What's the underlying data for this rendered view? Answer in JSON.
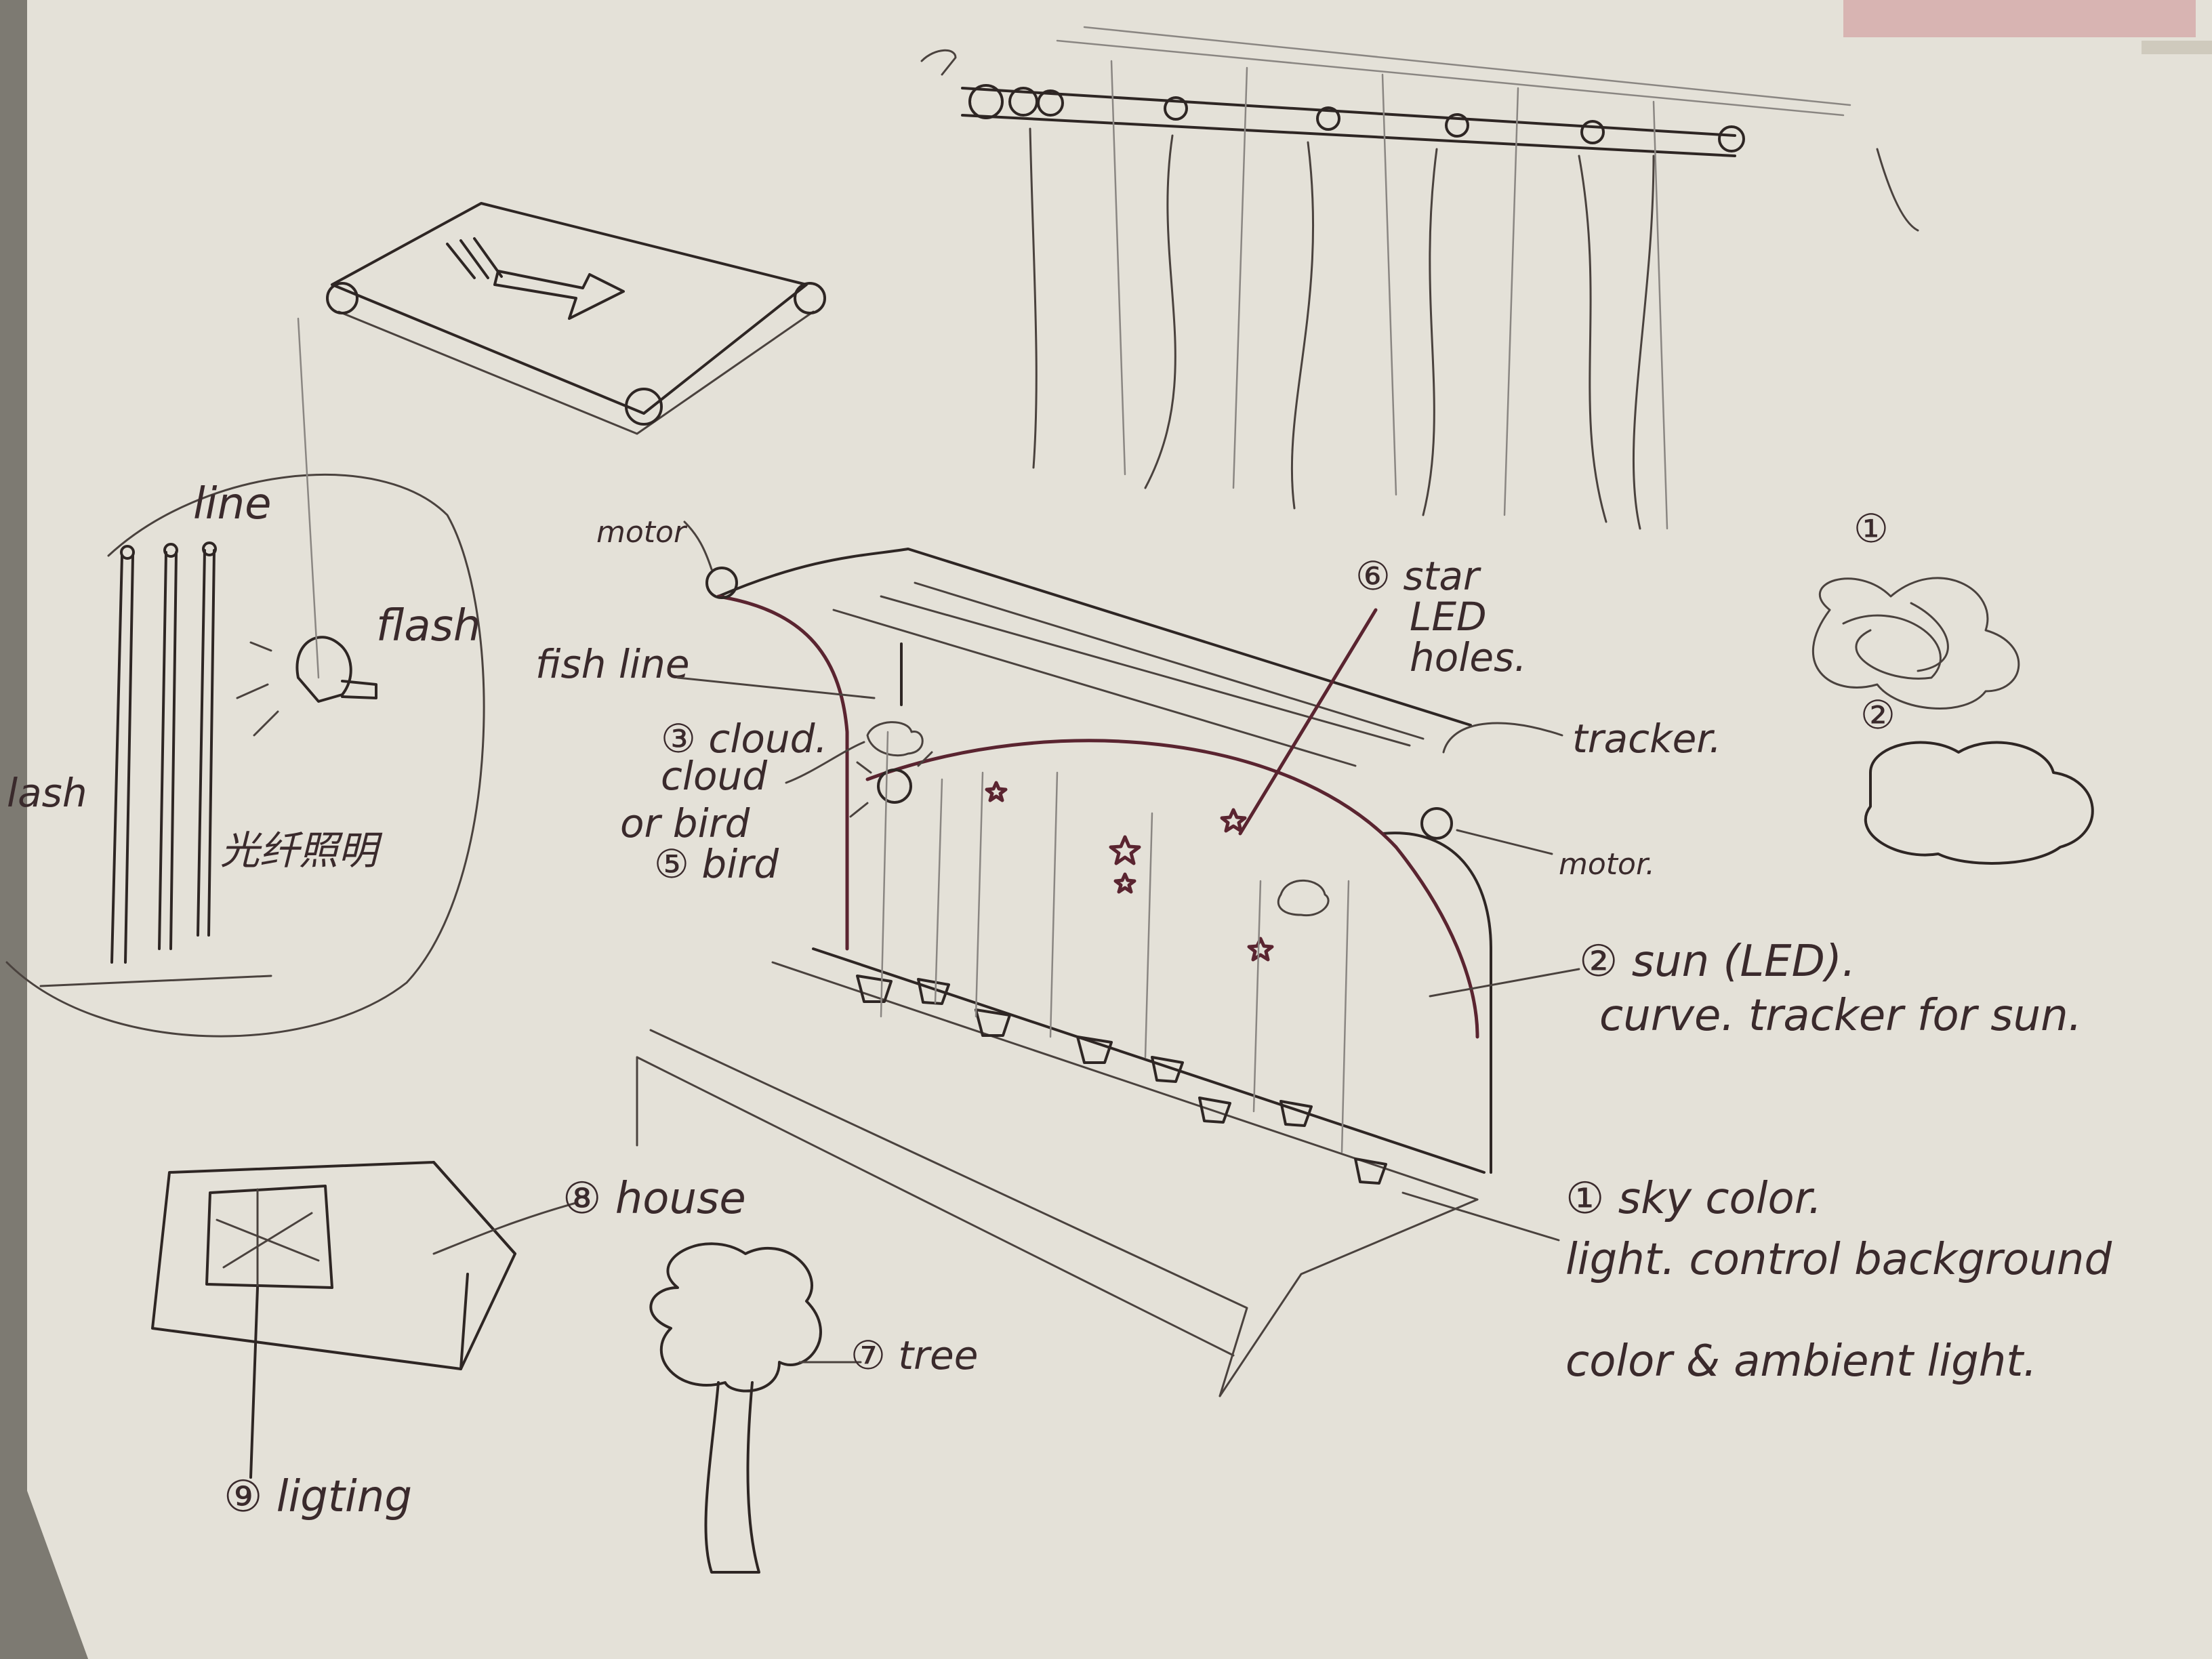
{
  "colors": {
    "paper": "#e4e1d8",
    "ink": "#2e2624",
    "red_ink": "#5a2430",
    "pencil": "#8a8682"
  },
  "labels": {
    "line": "line",
    "flash_right": "flash",
    "flash_left": "lash",
    "fiber_lighting": "光纤照明",
    "motor_top": "motor",
    "fish_line": "fish line",
    "cloud_1": "③ cloud.",
    "cloud_2": "cloud",
    "or_bird": "or bird",
    "bird": "⑤ bird",
    "star_1": "⑥ star",
    "star_2": "LED",
    "star_3": "holes.",
    "tracker": "tracker.",
    "motor_right": "motor.",
    "sun_1": "② sun (LED).",
    "sun_2": "curve. tracker for sun.",
    "sky_1": "① sky color.",
    "sky_2": "light. control background",
    "sky_3": "color & ambient light.",
    "house": "⑧ house",
    "tree": "⑦ tree",
    "lighting": "⑨ ligting",
    "cloud_style_1": "①",
    "cloud_style_2": "②"
  }
}
